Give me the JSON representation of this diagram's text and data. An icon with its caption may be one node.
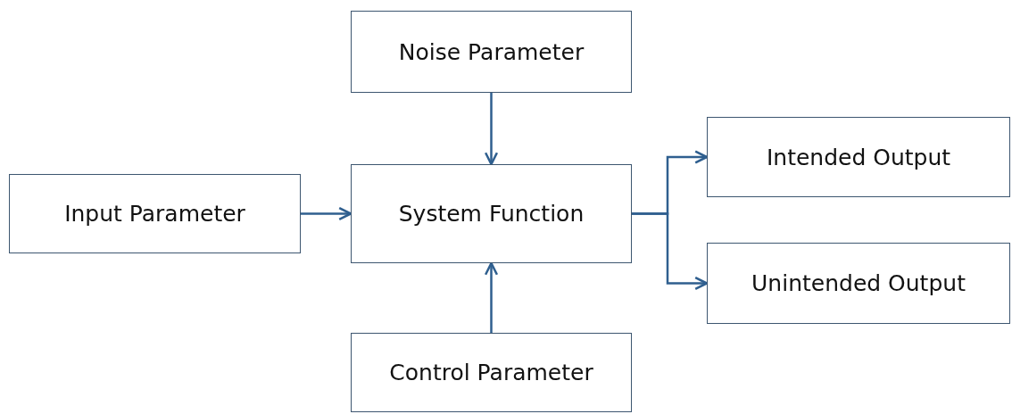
{
  "diagram": {
    "nodes": [
      {
        "text": [
          "Noise Parameter"
        ]
      },
      {
        "text": [
          "Input Parameter"
        ]
      },
      {
        "text": [
          "System Function"
        ]
      },
      {
        "text": [
          "Intended Output"
        ]
      },
      {
        "text": [
          "Unintended Output"
        ]
      },
      {
        "text": [
          "Control Parameter"
        ]
      }
    ],
    "edges": [
      {
        "from": 0,
        "to": 2,
        "arrow": "to"
      },
      {
        "from": 1,
        "to": 2,
        "arrow": "to"
      },
      {
        "from": 5,
        "to": 2,
        "arrow": "to"
      },
      {
        "from": 2,
        "to": 3,
        "arrow": "to"
      },
      {
        "from": 2,
        "to": 4,
        "arrow": "to"
      }
    ]
  }
}
